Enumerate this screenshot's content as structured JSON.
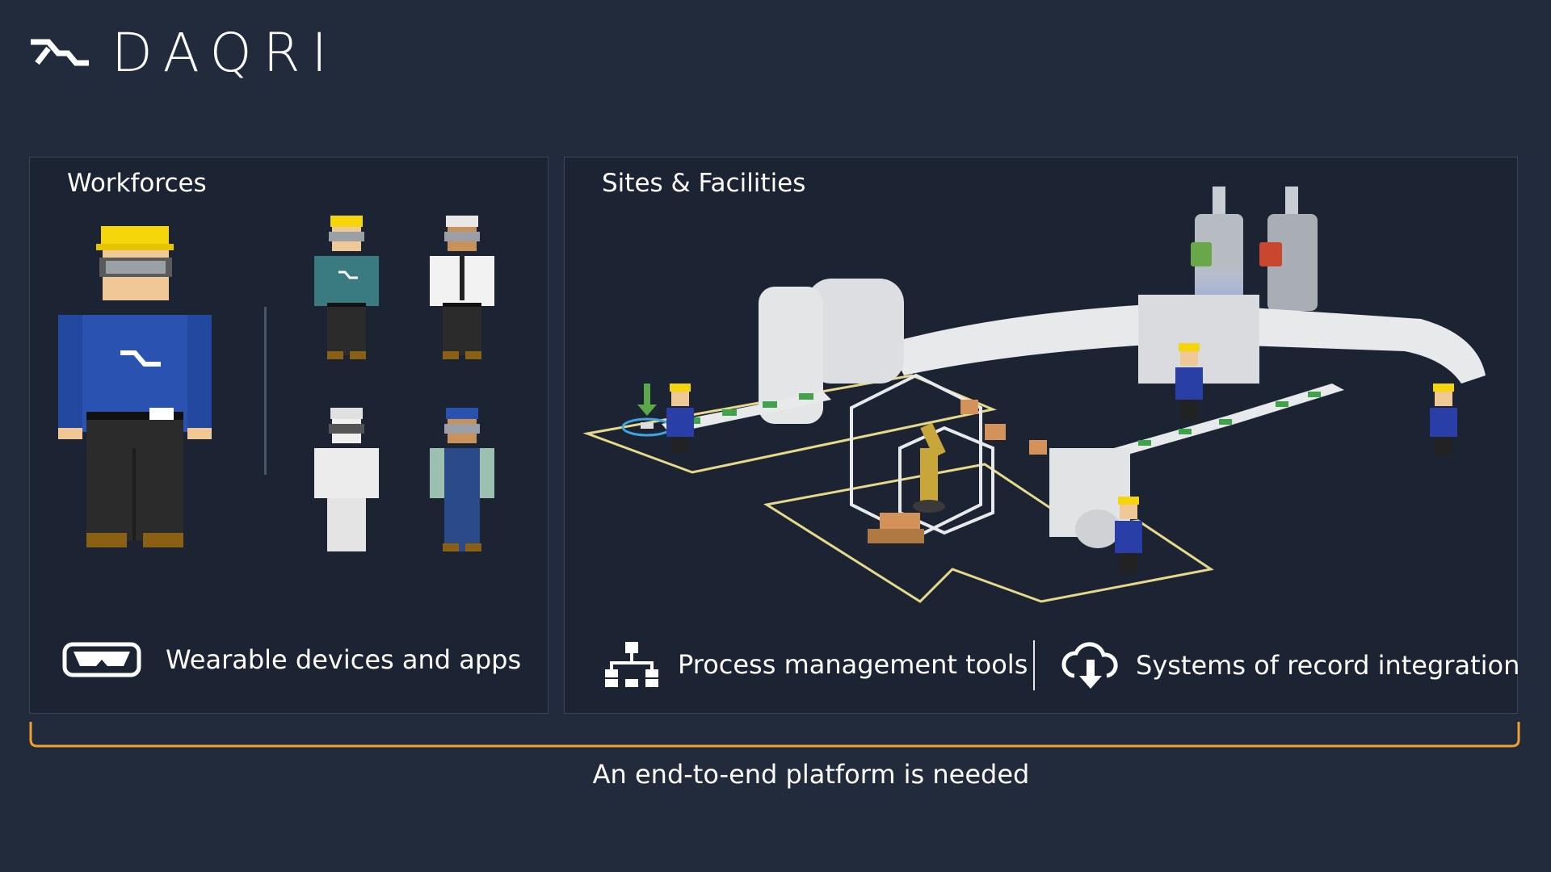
{
  "logo": {
    "text": "DAQRI"
  },
  "panels": {
    "workforces": {
      "title": "Workforces",
      "footer_label": "Wearable devices and apps"
    },
    "sites": {
      "title": "Sites & Facilities",
      "footer_process": "Process management tools",
      "footer_systems": "Systems of record integration"
    }
  },
  "caption": "An end-to-end platform is needed",
  "colors": {
    "background": "#222b3c",
    "panel": "#1c2434",
    "bracket": "#f0a030",
    "hardhat_yellow": "#f5d60a",
    "shirt_blue": "#2a52b0",
    "zone_line": "#e6d98a"
  },
  "icons": [
    "daqri-logo-mark",
    "ar-glasses-icon",
    "org-chart-icon",
    "cloud-download-icon"
  ]
}
